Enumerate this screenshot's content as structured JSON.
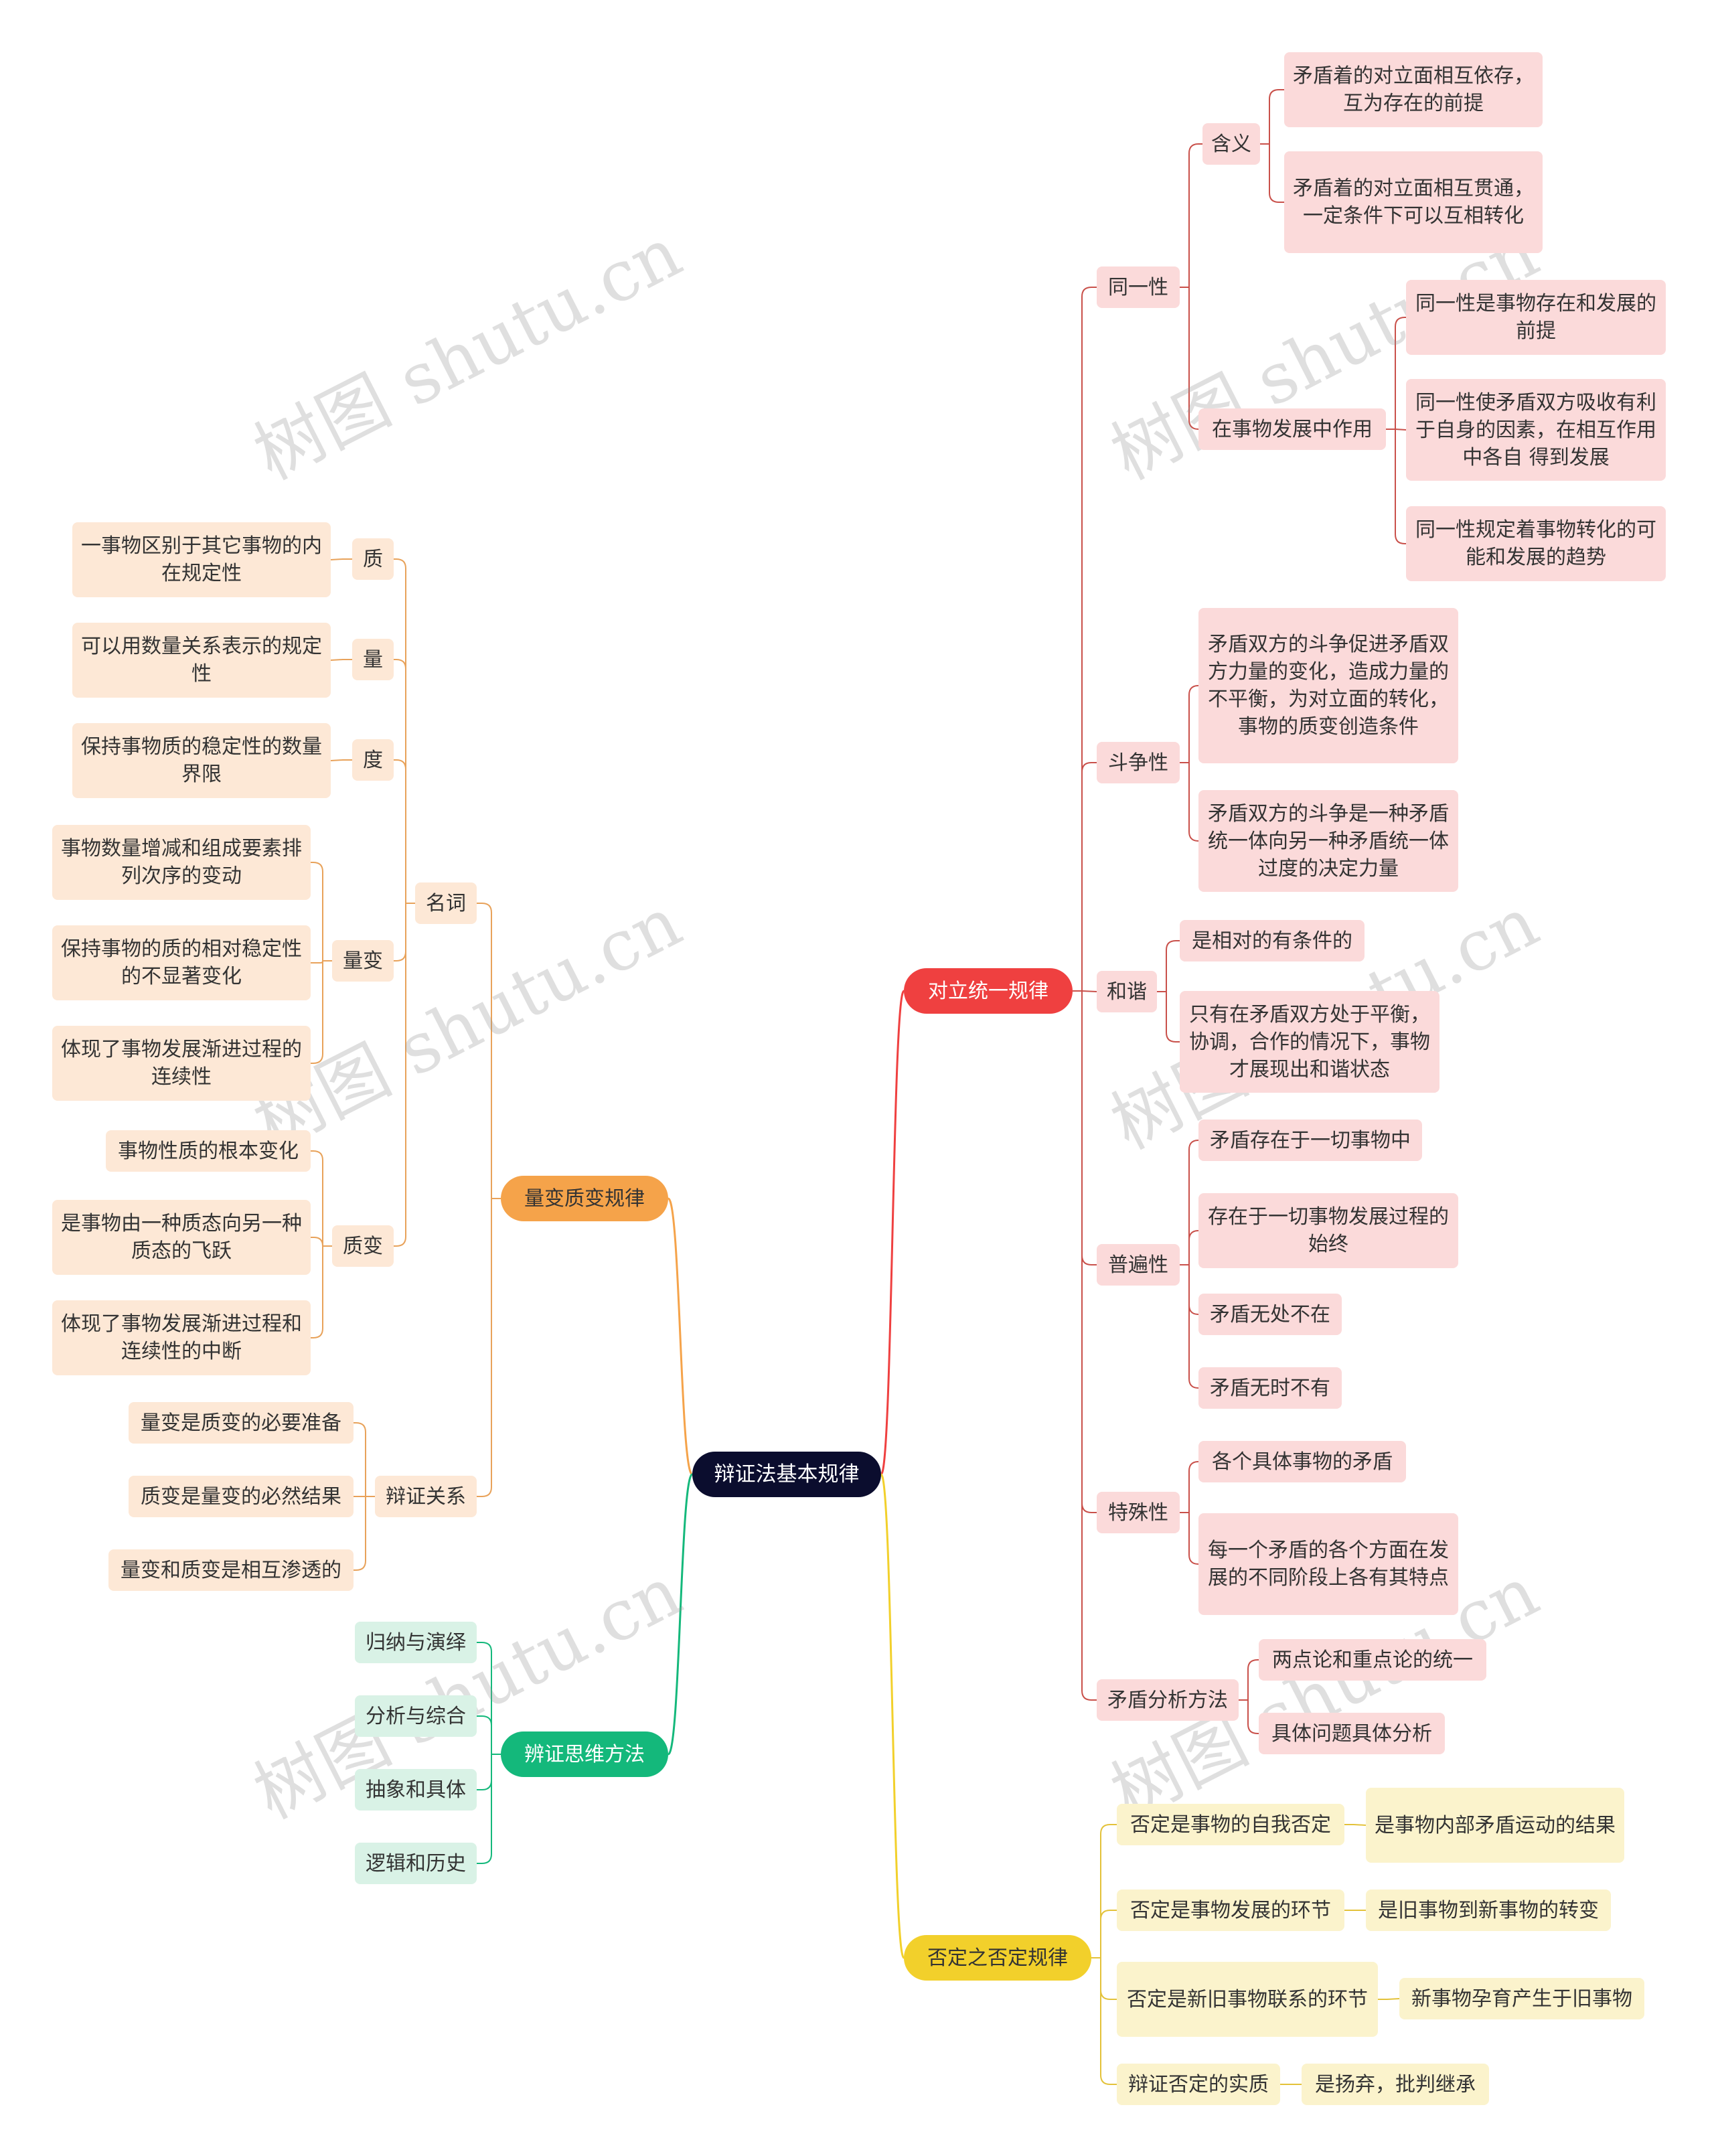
{
  "root": "辩证法基本规律",
  "watermark": "树图 shutu.cn",
  "colors": {
    "root": "#0b0d2e",
    "unity_branch": "#ef4040",
    "quantity_branch": "#f5a34a",
    "thinking_branch": "#14b87b",
    "negation_branch": "#f2d02b"
  },
  "unity": {
    "label": "对立统一规律",
    "identity": {
      "label": "同一性",
      "meaning": {
        "label": "含义",
        "items": [
          "矛盾着的对立面相互依存，互为存在的前提",
          "矛盾着的对立面相互贯通，一定条件下可以互相转化"
        ]
      },
      "role": {
        "label": "在事物发展中作用",
        "items": [
          "同一性是事物存在和发展的 前提",
          "同一性使矛盾双方吸收有利于自身的因素，在相互作用中各自 得到发展",
          "同一性规定着事物转化的可能和发展的趋势"
        ]
      }
    },
    "struggle": {
      "label": "斗争性",
      "items": [
        "矛盾双方的斗争促进矛盾双方力量的变化，造成力量的不平衡，为对立面的转化，事物的质变创造条件",
        "矛盾双方的斗争是一种矛盾统一体向另一种矛盾统一体过度的决定力量"
      ]
    },
    "harmony": {
      "label": "和谐",
      "items": [
        "是相对的有条件的",
        "只有在矛盾双方处于平衡，协调，合作的情况下，事物才展现出和谐状态"
      ]
    },
    "universality": {
      "label": "普遍性",
      "items": [
        "矛盾存在于一切事物中",
        "存在于一切事物发展过程的始终",
        "矛盾无处不在",
        "矛盾无时不有"
      ]
    },
    "particularity": {
      "label": "特殊性",
      "items": [
        "各个具体事物的矛盾",
        "每一个矛盾的各个方面在发展的不同阶段上各有其特点"
      ]
    },
    "analysis": {
      "label": "矛盾分析方法",
      "items": [
        "两点论和重点论的统一",
        "具体问题具体分析"
      ]
    }
  },
  "quantity": {
    "label": "量变质变规律",
    "terms": {
      "label": "名词",
      "quality": {
        "label": "质",
        "item": "一事物区别于其它事物的内在规定性"
      },
      "amount": {
        "label": "量",
        "item": "可以用数量关系表示的规定性"
      },
      "degree": {
        "label": "度",
        "item": "保持事物质的稳定性的数量界限"
      },
      "qchange": {
        "label": "量变",
        "items": [
          "事物数量增减和组成要素排列次序的变动",
          "保持事物的质的相对稳定性的不显著变化",
          "体现了事物发展渐进过程的连续性"
        ]
      },
      "zchange": {
        "label": "质变",
        "items": [
          "事物性质的根本变化",
          "是事物由一种质态向另一种质态的飞跃",
          "体现了事物发展渐进过程和连续性的中断"
        ]
      }
    },
    "dialectic": {
      "label": "辩证关系",
      "items": [
        "量变是质变的必要准备",
        "质变是量变的必然结果",
        "量变和质变是相互渗透的"
      ]
    }
  },
  "thinking": {
    "label": "辨证思维方法",
    "items": [
      "归纳与演绎",
      "分析与综合",
      "抽象和具体",
      "逻辑和历史"
    ]
  },
  "negation": {
    "label": "否定之否定规律",
    "pairs": [
      {
        "label": "否定是事物的自我否定",
        "item": "是事物内部矛盾运动的结果"
      },
      {
        "label": "否定是事物发展的环节",
        "item": "是旧事物到新事物的转变"
      },
      {
        "label": "否定是新旧事物联系的环节",
        "item": "新事物孕育产生于旧事物"
      },
      {
        "label": "辩证否定的实质",
        "item": "是扬弃，批判继承"
      }
    ]
  }
}
